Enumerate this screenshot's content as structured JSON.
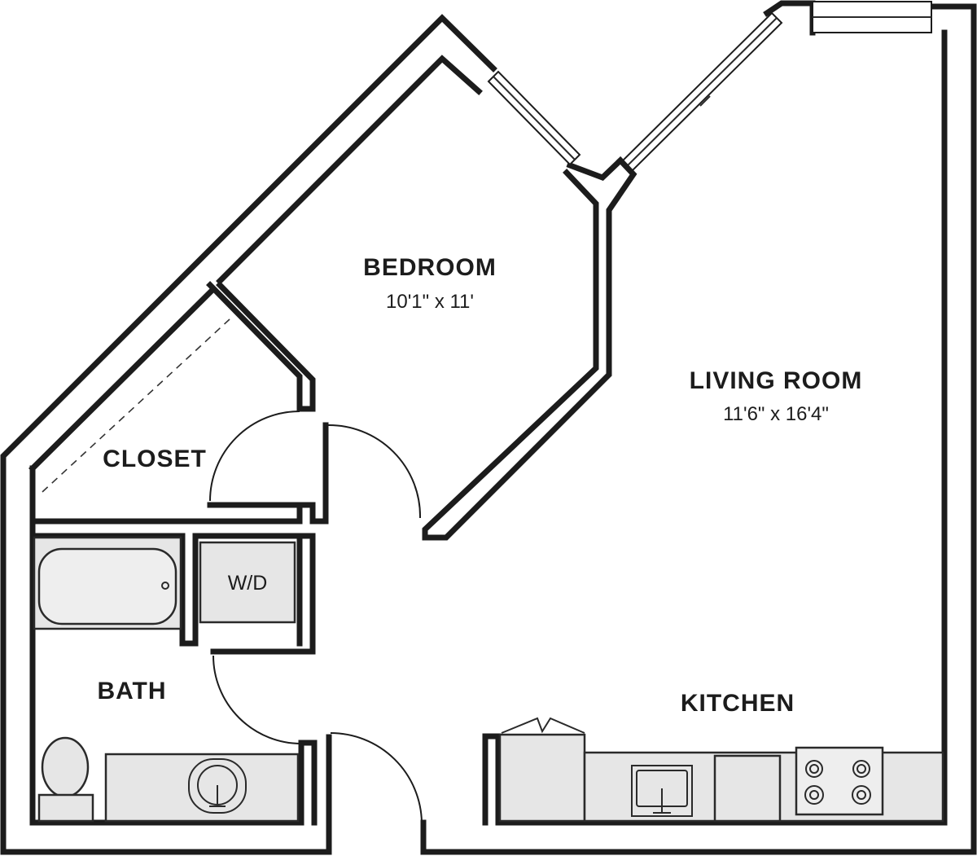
{
  "rooms": {
    "bedroom": {
      "name": "BEDROOM",
      "dimensions": "10'1\" x 11'"
    },
    "living_room": {
      "name": "LIVING ROOM",
      "dimensions": "11'6\" x 16'4\""
    },
    "closet": {
      "name": "CLOSET"
    },
    "bath": {
      "name": "BATH"
    },
    "kitchen": {
      "name": "KITCHEN"
    },
    "washer_dryer": {
      "name": "W/D"
    }
  },
  "colors": {
    "wall": "#1c1c1c",
    "fixture_fill": "#e6e6e6",
    "background": "#ffffff"
  }
}
